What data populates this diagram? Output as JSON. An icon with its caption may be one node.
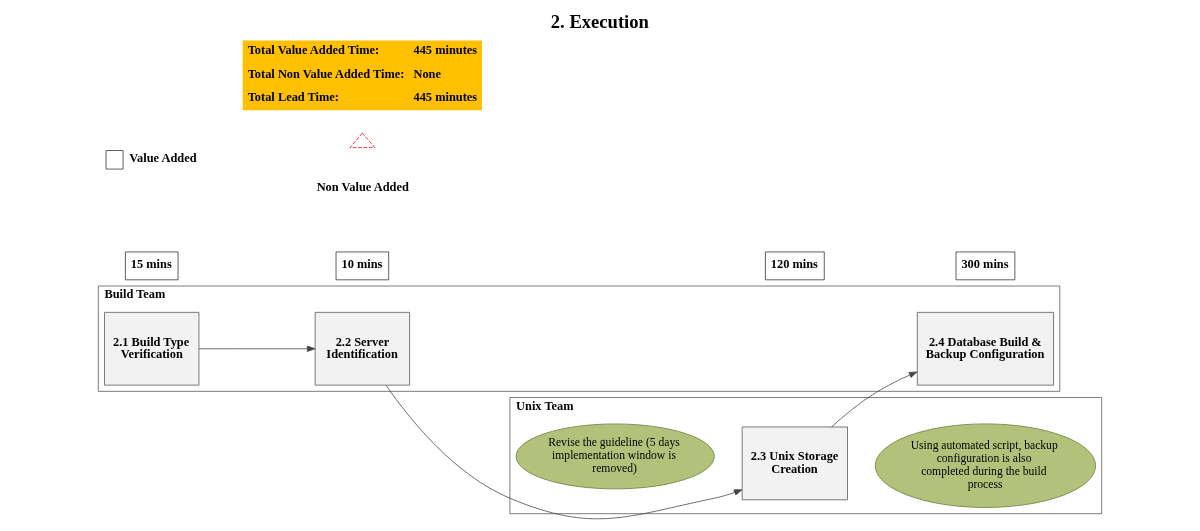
{
  "diagram": {
    "title": "2. Execution",
    "nodes": [
      {
        "text": [
          "Build Team"
        ]
      },
      {
        "text": [
          "2.1 Build Type Verification"
        ],
        "in": 0
      },
      {
        "text": [
          "2.2 Server Identification"
        ],
        "in": 0
      },
      {
        "text": [
          "2.4 Database Build & Backup Configuration"
        ],
        "in": 0
      },
      {
        "text": [
          "Unix Team"
        ]
      },
      {
        "text": [
          "Revise the guideline (5 days implementation window is removed)"
        ],
        "in": 4
      },
      {
        "text": [
          "2.3 Unix Storage Creation"
        ],
        "in": 4
      },
      {
        "text": [
          "Using automated script, backup configuration is also completed during the build process"
        ],
        "in": 4
      },
      {
        "text": [
          "15 mins"
        ]
      },
      {
        "text": [
          "10 mins"
        ]
      },
      {
        "text": [
          "120 mins"
        ]
      },
      {
        "text": [
          "300 mins"
        ]
      }
    ],
    "edges": [
      {
        "from": 1,
        "to": 2,
        "arrow": "to"
      },
      {
        "from": 2,
        "to": 6,
        "arrow": "to"
      },
      {
        "from": 6,
        "to": 3,
        "arrow": "to"
      }
    ],
    "labels": [
      "Total Value Added Time:",
      "445 minutes",
      "Total Non Value Added Time:",
      "None",
      "Total Lead Time:",
      "445 minutes"
    ],
    "legend": [
      {
        "text": "Value Added"
      },
      {
        "text": "Non Value Added"
      }
    ]
  }
}
